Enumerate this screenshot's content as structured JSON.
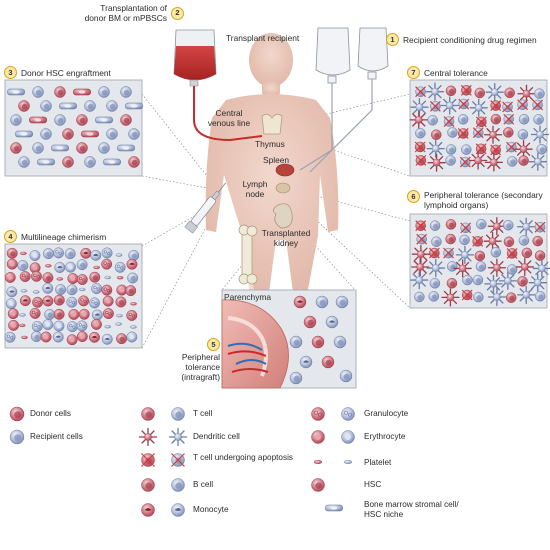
{
  "steps": [
    {
      "num": "1",
      "label": "Recipient conditioning drug regimen"
    },
    {
      "num": "2",
      "label": "Transplantation of donor BM or mPBSCs"
    },
    {
      "num": "3",
      "label": "Donor HSC engraftment"
    },
    {
      "num": "4",
      "label": "Multilineage chimerism"
    },
    {
      "num": "5",
      "label": "Peripheral tolerance (intragraft)"
    },
    {
      "num": "6",
      "label": "Peripheral tolerance (secondary lymphoid organs)"
    },
    {
      "num": "7",
      "label": "Central tolerance"
    }
  ],
  "body_labels": {
    "recipient": "Transplant recipient",
    "central_line": "Central venous line",
    "thymus": "Thymus",
    "spleen": "Spleen",
    "lymph_node": "Lymph node",
    "kidney": "Transplanted kidney",
    "parenchyma": "Parenchyma"
  },
  "legend": {
    "donor": "Donor cells",
    "recipient": "Recipient cells",
    "t_cell": "T cell",
    "dendritic": "Dendritic cell",
    "apoptosis": "T cell undergoing apoptosis",
    "b_cell": "B cell",
    "monocyte": "Monocyte",
    "granulocyte": "Granulocyte",
    "erythrocyte": "Erythrocyte",
    "platelet": "Platelet",
    "hsc": "HSC",
    "stromal": "Bone marrow stromal cell/ HSC niche"
  },
  "colors": {
    "donor": "#c8586a",
    "donor_light": "#f0c3c8",
    "recipient": "#8f9fc4",
    "recipient_light": "#dfe5f2",
    "body": "#e9c7b8",
    "blood": "#c62a2a",
    "panel_bg": "#e2e6ea",
    "badge": "#fbe9a7"
  }
}
